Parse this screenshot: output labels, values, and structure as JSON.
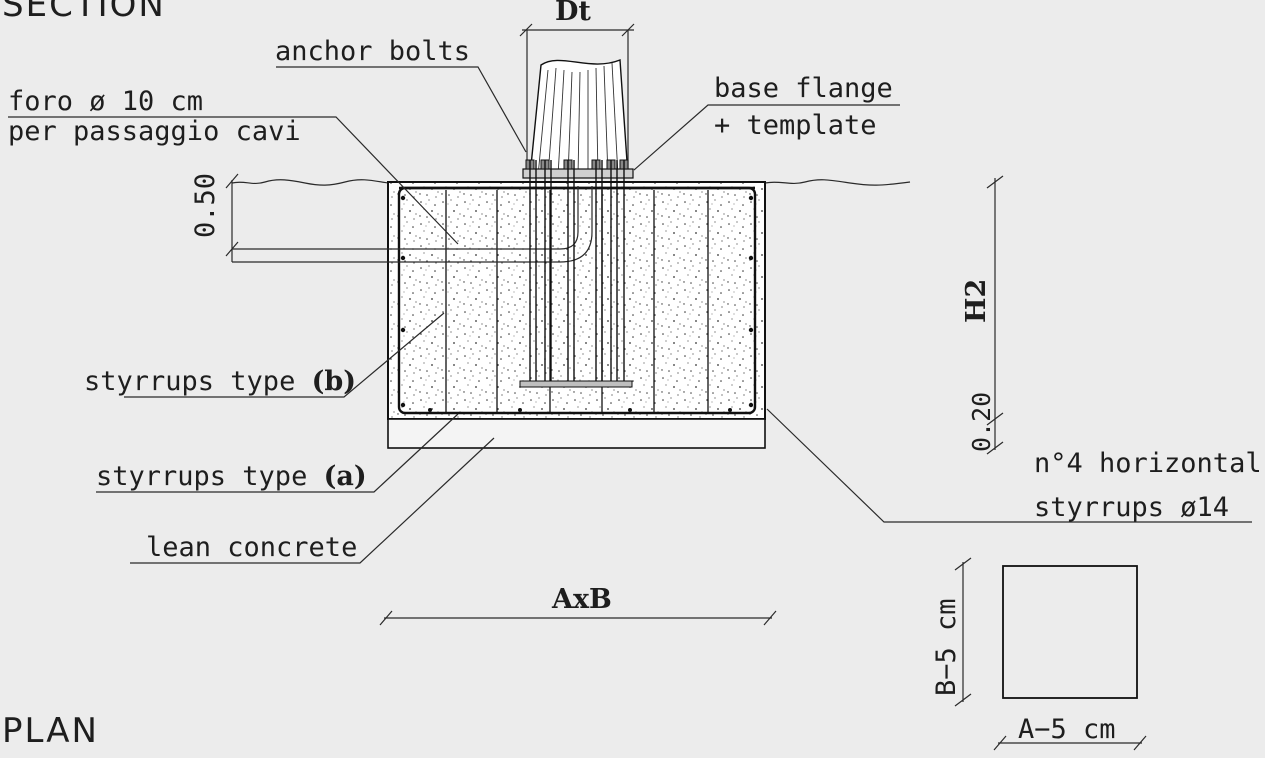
{
  "section_heading": "SECTION",
  "plan_heading": "PLAN",
  "labels": {
    "dt": "Dt",
    "anchor_bolts": "anchor bolts",
    "foro_line1": "foro ø 10 cm",
    "foro_line2": "per passaggio cavi",
    "base_flange_line1": "base flange",
    "base_flange_line2": "+ template",
    "dim_050": "0.50",
    "dim_h2": "H2",
    "dim_020": "0.20",
    "styrrups_b": "styrrups type",
    "styrrups_b_letter": "(b)",
    "styrrups_a": "styrrups type",
    "styrrups_a_letter": "(a)",
    "horizontal_line1": "n°4 horizontal",
    "horizontal_line2": "styrrups ø14",
    "lean_concrete": "lean concrete",
    "axb": "AxB",
    "b_minus_5": "B−5 cm",
    "a_minus_5": "A−5 cm"
  }
}
